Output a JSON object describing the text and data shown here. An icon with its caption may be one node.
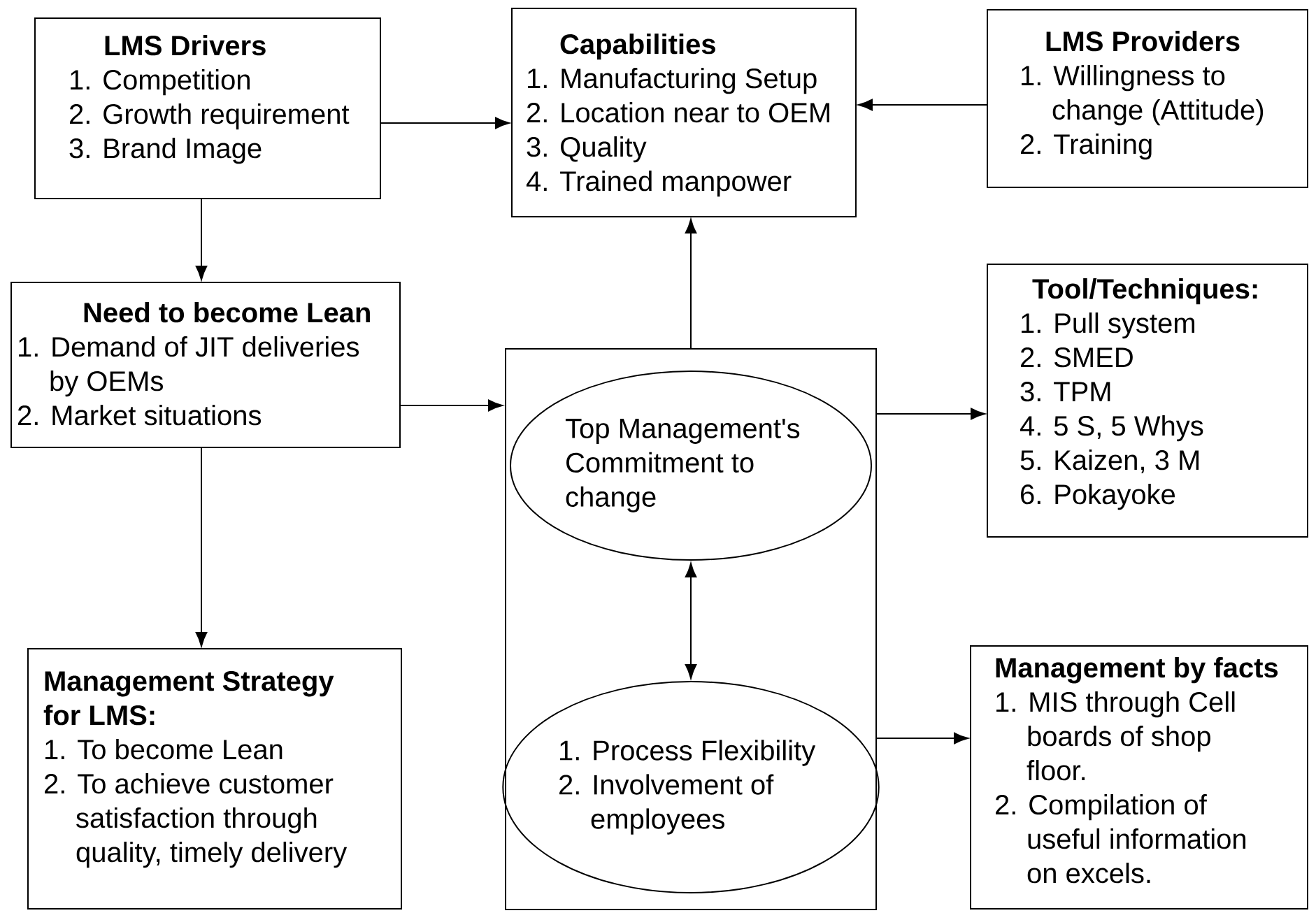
{
  "diagram": {
    "nodes": [
      {
        "text": [
          "LMS Drivers",
          "1. Competition",
          "2. Growth requirement",
          "3. Brand Image"
        ]
      },
      {
        "text": [
          "Capabilities",
          "1. Manufacturing Setup",
          "2. Location near to OEM",
          "3. Quality",
          "4. Trained manpower"
        ]
      },
      {
        "text": [
          "LMS Providers",
          "1. Willingness to change (Attitude)",
          "2. Training"
        ]
      },
      {
        "text": [
          "Need to become Lean",
          "1. Demand of JIT deliveries by OEMs",
          "2. Market situations"
        ]
      },
      {
        "text": [],
        "shape": "box"
      },
      {
        "text": [
          "Top Management's Commitment to change"
        ],
        "in": 4
      },
      {
        "text": [
          "Tool/Techniques:",
          "1. Pull system",
          "2. SMED",
          "3. TPM",
          "4. 5 S, 5 Whys",
          "5. Kaizen, 3 M",
          "6. Pokayoke"
        ]
      },
      {
        "text": [
          "Management Strategy for LMS:",
          "1. To become Lean",
          "2. To achieve customer satisfaction through quality, timely delivery"
        ]
      },
      {
        "text": [
          "1. Process Flexibility",
          "2. Involvement of employees"
        ],
        "in": 4
      },
      {
        "text": [
          "Management by facts",
          "1. MIS through Cell boards of shop floor.",
          "2. Compilation of useful information on excels."
        ]
      }
    ],
    "edges": [
      {
        "from": 0,
        "to": 1,
        "arrow": "to"
      },
      {
        "from": 2,
        "to": 1,
        "arrow": "to"
      },
      {
        "from": 0,
        "to": 3,
        "arrow": "to"
      },
      {
        "from": 4,
        "to": 1,
        "arrow": "to"
      },
      {
        "from": 3,
        "to": 4,
        "arrow": "to"
      },
      {
        "from": 4,
        "to": 6,
        "arrow": "to"
      },
      {
        "from": 3,
        "to": 7,
        "arrow": "to"
      },
      {
        "from": 5,
        "to": 8,
        "arrow": "both"
      },
      {
        "from": 4,
        "to": 9,
        "arrow": "to"
      }
    ]
  }
}
